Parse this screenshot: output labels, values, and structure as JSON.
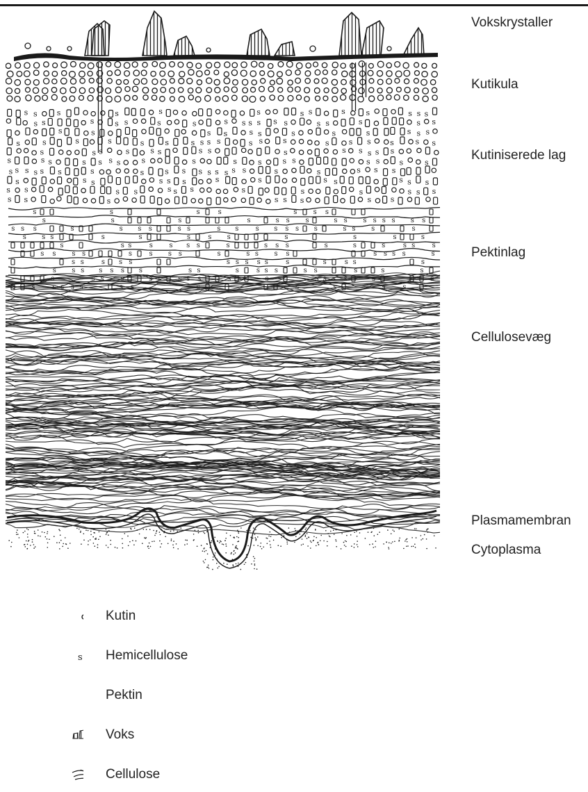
{
  "layers": [
    {
      "key": "wax-crystals",
      "label": "Vokskrystaller"
    },
    {
      "key": "cuticle",
      "label": "Kutikula"
    },
    {
      "key": "cutinized-layers",
      "label": "Kutiniserede lag"
    },
    {
      "key": "pectin-layer",
      "label": "Pektinlag"
    },
    {
      "key": "cellulose-wall",
      "label": "Cellulosevæg"
    },
    {
      "key": "plasma-membrane",
      "label": "Plasmamembran"
    },
    {
      "key": "cytoplasm",
      "label": "Cytoplasma"
    }
  ],
  "legend": [
    {
      "key": "cutin",
      "label": "Kutin",
      "icon": "cutin-circles-icon"
    },
    {
      "key": "hemicellulose",
      "label": "Hemicellulose",
      "icon": "hemicellulose-s-icon"
    },
    {
      "key": "pectin",
      "label": "Pektin",
      "icon": "pectin-rectangle-icon"
    },
    {
      "key": "wax",
      "label": "Voks",
      "icon": "wax-hatched-icon"
    },
    {
      "key": "cellulose",
      "label": "Cellulose",
      "icon": "cellulose-fibres-icon"
    }
  ],
  "colors": {
    "ink": "#1a1a1a",
    "background": "#ffffff",
    "text": "#222222"
  }
}
